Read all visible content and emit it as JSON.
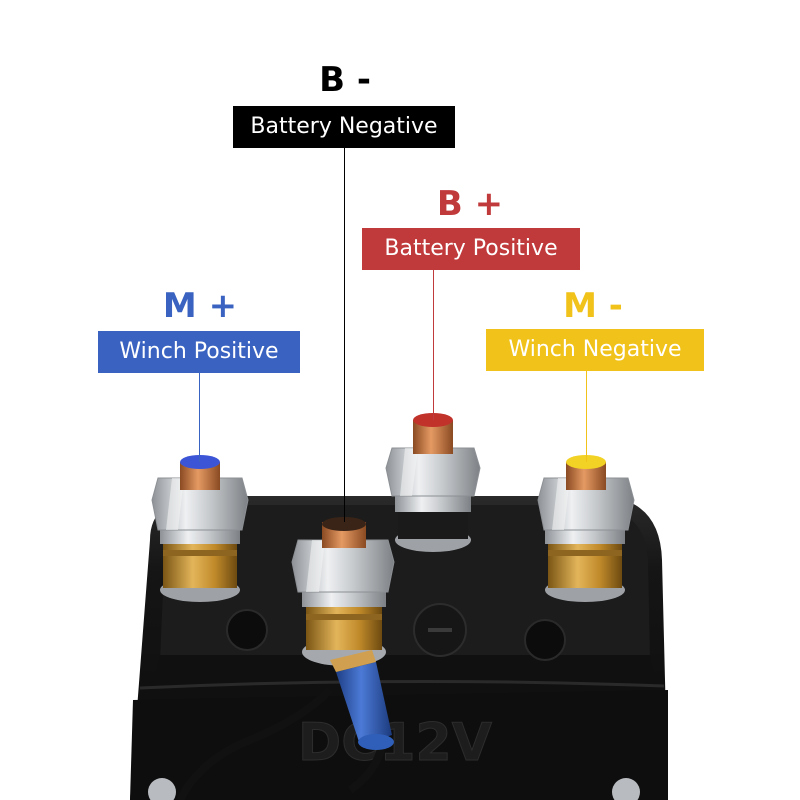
{
  "image": {
    "description_free": true,
    "terminals": [
      {
        "id": "b-minus",
        "symbol": "B -",
        "label": "Battery Negative",
        "color": "#000000",
        "tag_text_color": "#ffffff"
      },
      {
        "id": "b-plus",
        "symbol": "B +",
        "label": "Battery Positive",
        "color": "#c0393b",
        "tag_text_color": "#ffffff"
      },
      {
        "id": "m-plus",
        "symbol": "M +",
        "label": "Winch Positive",
        "color": "#3a63c1",
        "tag_text_color": "#ffffff"
      },
      {
        "id": "m-minus",
        "symbol": "M -",
        "label": "Winch Negative",
        "color": "#f0c21a",
        "tag_text_color": "#ffffff"
      }
    ],
    "housing_marking": "DC12V",
    "housing_symbol": "−",
    "colors": {
      "housing": "#141414",
      "nut_silver": "#c9ccd0",
      "brass": "#c9952e",
      "copper": "#c7763f",
      "wire_cap": "#2f5fb8",
      "cap_blue": "#3b55d6",
      "cap_red": "#c0322a",
      "cap_yellow": "#f2d224"
    }
  }
}
